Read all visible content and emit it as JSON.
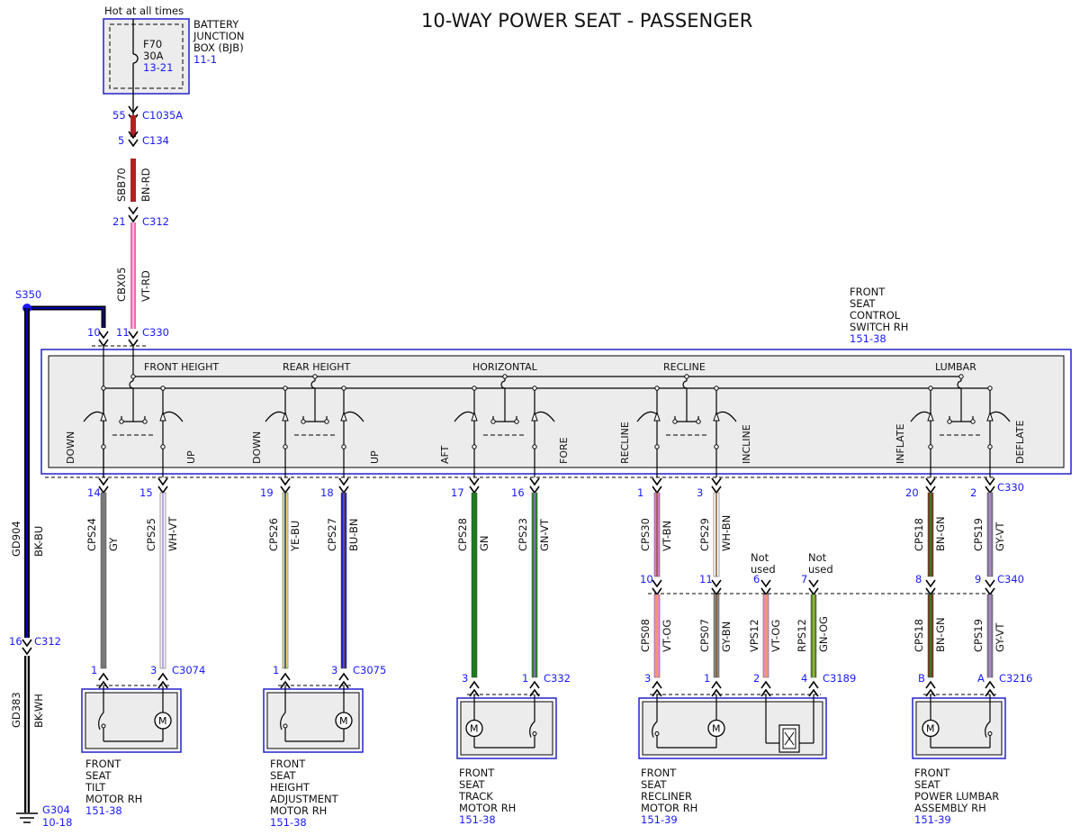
{
  "title": "10-WAY POWER SEAT - PASSENGER",
  "power": {
    "hot_label": "Hot at all times",
    "fuse_name": "F70",
    "fuse_rating": "30A",
    "fuse_ref": "13-21",
    "bjb_line1": "BATTERY",
    "bjb_line2": "JUNCTION",
    "bjb_line3": "BOX (BJB)",
    "bjb_ref": "11-1",
    "c1035a_pin": "55",
    "c1035a": "C1035A",
    "c134_pin": "5",
    "c134": "C134",
    "sbb70_circuit": "SBB70",
    "sbb70_color": "BN-RD",
    "c312_top_pin": "21",
    "c312_top": "C312",
    "cbx05_circuit": "CBX05",
    "cbx05_color": "VT-RD",
    "c330_pin10": "10",
    "c330_pin11": "11",
    "c330_top": "C330"
  },
  "ground": {
    "splice": "S350",
    "gd904_circuit": "GD904",
    "gd904_color": "BK-BU",
    "c312_pin": "16",
    "c312": "C312",
    "gd383_circuit": "GD383",
    "gd383_color": "BK-WH",
    "g304": "G304",
    "g304_ref": "10-18"
  },
  "switch": {
    "name_line1": "FRONT",
    "name_line2": "SEAT",
    "name_line3": "CONTROL",
    "name_line4": "SWITCH RH",
    "ref": "151-38",
    "sections": [
      "FRONT HEIGHT",
      "REAR HEIGHT",
      "HORIZONTAL",
      "RECLINE",
      "LUMBAR"
    ],
    "positions": [
      "DOWN",
      "UP",
      "DOWN",
      "UP",
      "AFT",
      "FORE",
      "RECLINE",
      "INCLINE",
      "INFLATE",
      "DEFLATE"
    ],
    "bottom_connector": "C330"
  },
  "wires": [
    {
      "pin": "14",
      "circuit": "CPS24",
      "color_code": "GY"
    },
    {
      "pin": "15",
      "circuit": "CPS25",
      "color_code": "WH-VT"
    },
    {
      "pin": "19",
      "circuit": "CPS26",
      "color_code": "YE-BU"
    },
    {
      "pin": "18",
      "circuit": "CPS27",
      "color_code": "BU-BN"
    },
    {
      "pin": "17",
      "circuit": "CPS28",
      "color_code": "GN"
    },
    {
      "pin": "16",
      "circuit": "CPS23",
      "color_code": "GN-VT"
    },
    {
      "pin": "1",
      "circuit": "CPS30",
      "color_code": "VT-BN"
    },
    {
      "pin": "3",
      "circuit": "CPS29",
      "color_code": "WH-BN"
    },
    {
      "pin": "20",
      "circuit": "CPS18",
      "color_code": "BN-GN"
    },
    {
      "pin": "2",
      "circuit": "CPS19",
      "color_code": "GY-VT"
    }
  ],
  "c340": {
    "connector": "C340",
    "not_used_1": "Not",
    "not_used_2": "used",
    "pins": [
      "10",
      "11",
      "6",
      "7",
      "8",
      "9"
    ],
    "lower_wires": [
      {
        "circuit": "CPS08",
        "color_code": "VT-OG"
      },
      {
        "circuit": "CPS07",
        "color_code": "GY-BN"
      },
      {
        "circuit": "VPS12",
        "color_code": "VT-OG"
      },
      {
        "circuit": "RPS12",
        "color_code": "GN-OG"
      },
      {
        "circuit": "CPS18",
        "color_code": "BN-GN"
      },
      {
        "circuit": "CPS19",
        "color_code": "GY-VT"
      }
    ]
  },
  "motors": [
    {
      "pin_a": "1",
      "pin_b": "3",
      "connector": "C3074",
      "name": [
        "FRONT",
        "SEAT",
        "TILT",
        "MOTOR RH"
      ],
      "ref": "151-38"
    },
    {
      "pin_a": "1",
      "pin_b": "3",
      "connector": "C3075",
      "name": [
        "FRONT",
        "SEAT",
        "HEIGHT",
        "ADJUSTMENT",
        "MOTOR RH"
      ],
      "ref": "151-38"
    },
    {
      "pin_a": "3",
      "pin_b": "1",
      "connector": "C332",
      "name": [
        "FRONT",
        "SEAT",
        "TRACK",
        "MOTOR RH"
      ],
      "ref": "151-38"
    },
    {
      "pin_a": "3",
      "pin_b": "1",
      "pin_c": "2",
      "pin_d": "4",
      "connector": "C3189",
      "name": [
        "FRONT",
        "SEAT",
        "RECLINER",
        "MOTOR RH"
      ],
      "ref": "151-39"
    },
    {
      "pin_a": "B",
      "pin_b": "A",
      "connector": "C3216",
      "name": [
        "FRONT",
        "SEAT",
        "POWER LUMBAR",
        "ASSEMBLY RH"
      ],
      "ref": "151-39"
    }
  ],
  "motor_symbol": "M",
  "colors": {
    "connector_text": "#1a1aff",
    "frame": "#2222cc",
    "ground_wire": "#00007a",
    "body_fill": "#ececec"
  }
}
